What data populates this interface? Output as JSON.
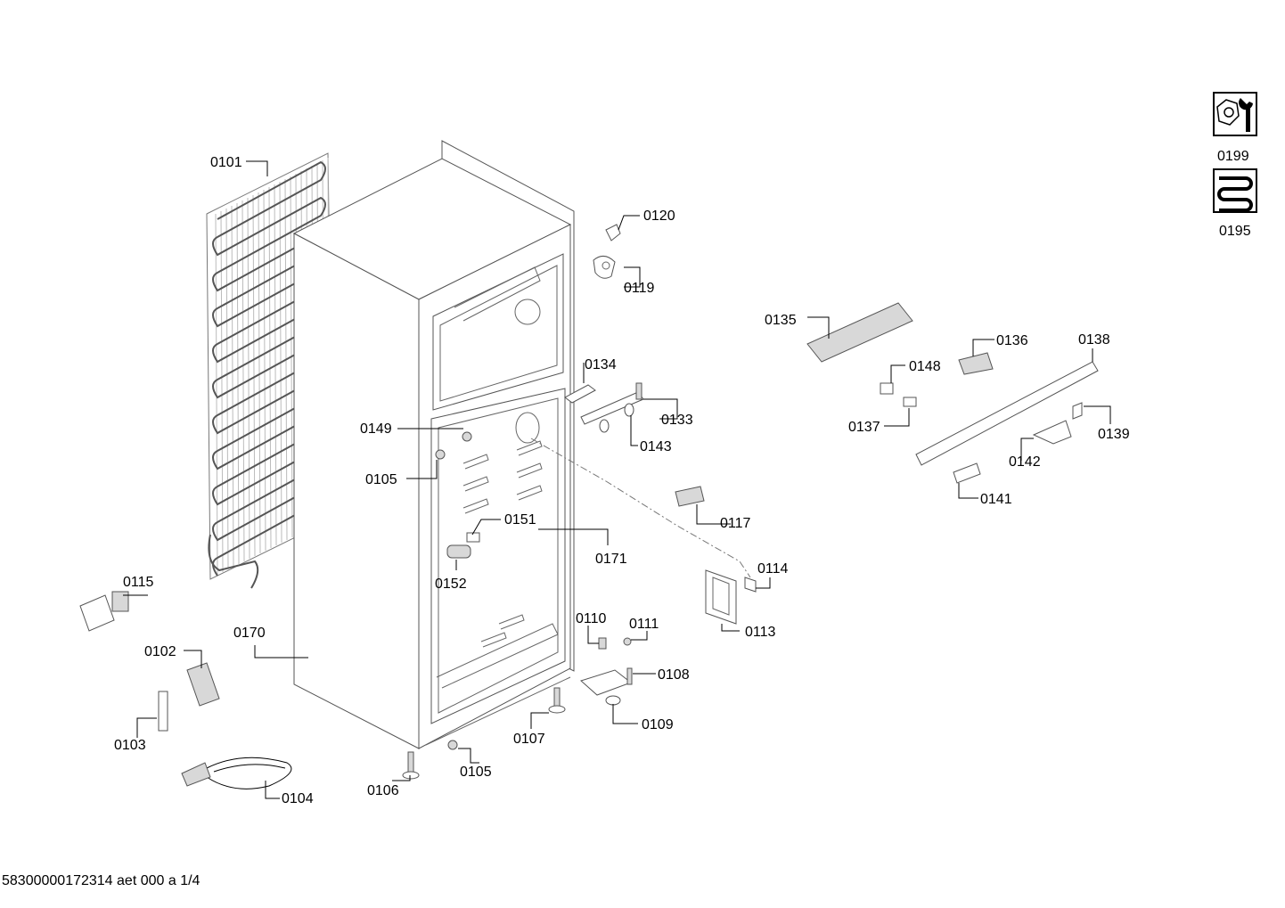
{
  "labels": {
    "p0101": "0101",
    "p0102": "0102",
    "p0103": "0103",
    "p0104": "0104",
    "p0105a": "0105",
    "p0105b": "0105",
    "p0106": "0106",
    "p0107": "0107",
    "p0108": "0108",
    "p0109": "0109",
    "p0110": "0110",
    "p0111": "0111",
    "p0113": "0113",
    "p0114": "0114",
    "p0115": "0115",
    "p0117": "0117",
    "p0119": "0119",
    "p0120": "0120",
    "p0133": "0133",
    "p0134": "0134",
    "p0135": "0135",
    "p0136": "0136",
    "p0137": "0137",
    "p0138": "0138",
    "p0139": "0139",
    "p0141": "0141",
    "p0142": "0142",
    "p0143": "0143",
    "p0148": "0148",
    "p0149": "0149",
    "p0151": "0151",
    "p0152": "0152",
    "p0170": "0170",
    "p0171": "0171",
    "p0195": "0195",
    "p0199": "0199"
  },
  "footer": "58300000172314 aet 000 a 1/4",
  "icons": {
    "service": "wrench-nut-icon",
    "cooling": "refrigerant-coil-icon"
  }
}
